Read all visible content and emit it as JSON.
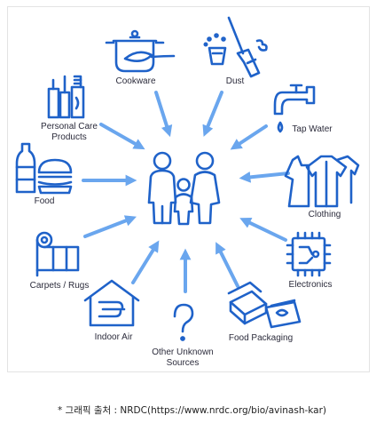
{
  "diagram": {
    "center": {
      "icon": "family-icon"
    },
    "sources": [
      {
        "id": "cookware",
        "label": "Cookware",
        "icon": "cookware-pot-icon"
      },
      {
        "id": "dust",
        "label": "Dust",
        "icon": "dust-broom-icon"
      },
      {
        "id": "personal-care",
        "label": "Personal Care\nProducts",
        "icon": "personal-care-products-icon"
      },
      {
        "id": "tap-water",
        "label": "Tap Water",
        "icon": "tap-water-faucet-icon"
      },
      {
        "id": "food",
        "label": "Food",
        "icon": "food-bottle-burger-icon"
      },
      {
        "id": "clothing",
        "label": "Clothing",
        "icon": "clothing-icon"
      },
      {
        "id": "carpets",
        "label": "Carpets / Rugs",
        "icon": "carpet-rug-icon"
      },
      {
        "id": "electronics",
        "label": "Electronics",
        "icon": "electronics-chip-icon"
      },
      {
        "id": "indoor-air",
        "label": "Indoor Air",
        "icon": "indoor-air-house-icon"
      },
      {
        "id": "unknown",
        "label": "Other Unknown\nSources",
        "icon": "question-mark-icon"
      },
      {
        "id": "food-packaging",
        "label": "Food Packaging",
        "icon": "food-packaging-icon"
      }
    ],
    "colors": {
      "icon": "#1f62c9",
      "arrow": "#6aa6ee"
    }
  },
  "caption": {
    "prefix": "* 그래픽 출처 : NRDC(",
    "link": "https://www.nrdc.org/bio/avinash-kar",
    "suffix": ")"
  }
}
